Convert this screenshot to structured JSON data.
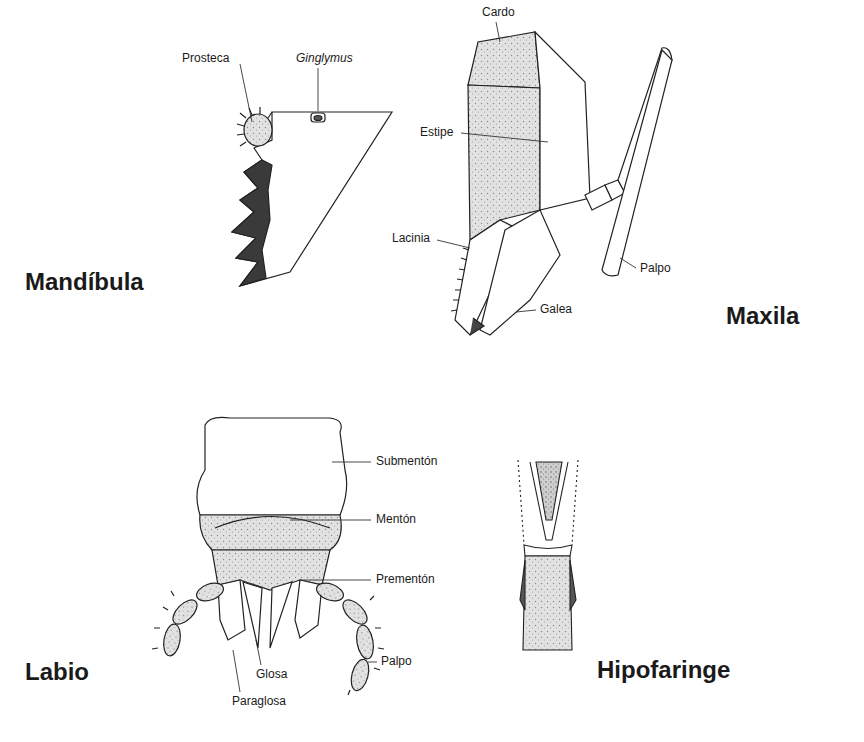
{
  "diagram": {
    "labels": [
      "Prosteca",
      "Ginglymus",
      "Cardo",
      "Estipe",
      "Lacinia",
      "Galea",
      "Palpo",
      "Mandíbula",
      "Maxila",
      "Submentón",
      "Mentón",
      "Prementón",
      "Palpo",
      "Glosa",
      "Paraglosa",
      "Labio",
      "Hipofaringe"
    ]
  }
}
